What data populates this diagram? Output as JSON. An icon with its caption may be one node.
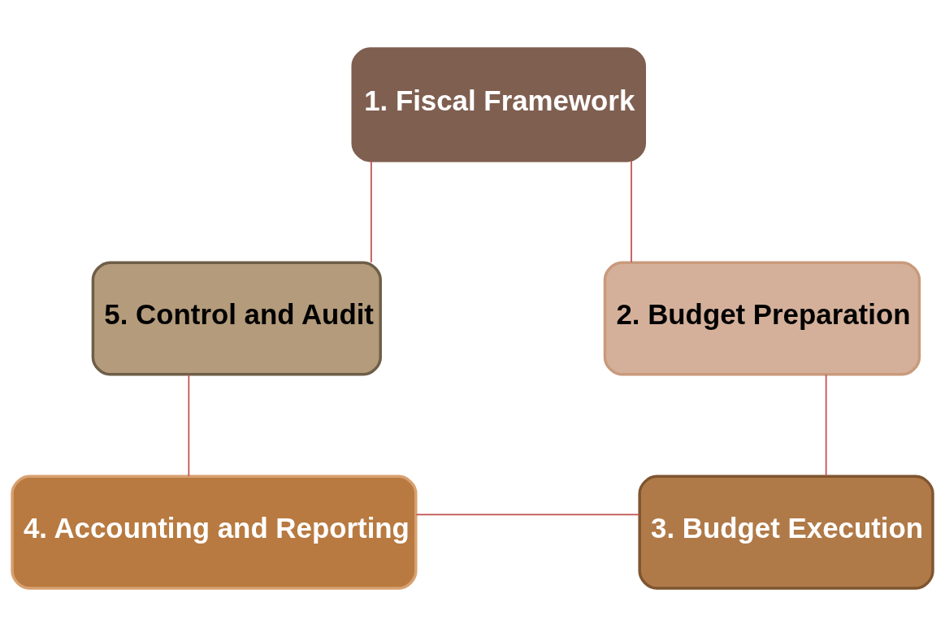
{
  "diagram": {
    "nodes": [
      {
        "text": [
          "1. Fiscal Framework"
        ]
      },
      {
        "text": [
          "2. Budget Preparation"
        ]
      },
      {
        "text": [
          "3. Budget Execution"
        ]
      },
      {
        "text": [
          "4. Accounting and Reporting"
        ]
      },
      {
        "text": [
          "5. Control and Audit"
        ]
      }
    ],
    "edges": [
      {
        "from": 0,
        "to": 1,
        "arrow": "none"
      },
      {
        "from": 1,
        "to": 2,
        "arrow": "none"
      },
      {
        "from": 2,
        "to": 3,
        "arrow": "none"
      },
      {
        "from": 3,
        "to": 4,
        "arrow": "none"
      },
      {
        "from": 4,
        "to": 0,
        "arrow": "none"
      }
    ]
  }
}
